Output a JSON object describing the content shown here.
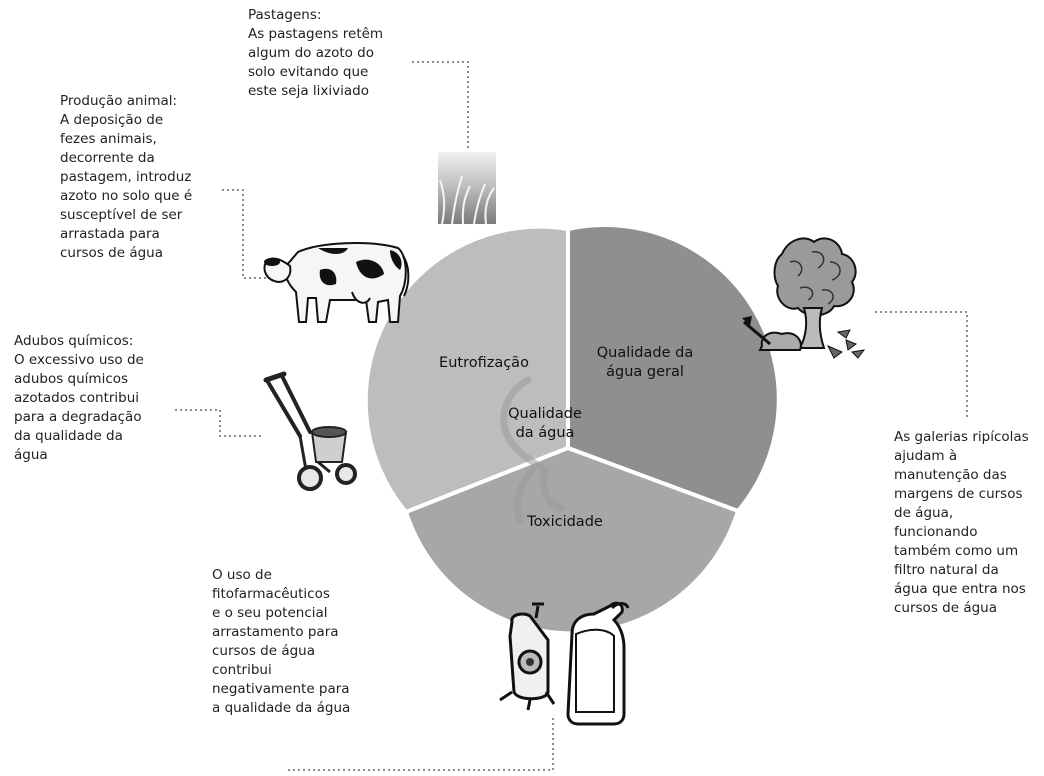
{
  "center": {
    "line1": "Qualidade",
    "line2": "da água"
  },
  "segments": [
    {
      "id": "eutrofizacao",
      "label_lines": [
        "Eutrofização"
      ],
      "color": "#bdbdbd"
    },
    {
      "id": "qualidade-geral",
      "label_lines": [
        "Qualidade da",
        "água geral"
      ],
      "color": "#8f8f8f"
    },
    {
      "id": "toxicidade",
      "label_lines": [
        "Toxicidade"
      ],
      "color": "#a7a7a7"
    }
  ],
  "notes": {
    "pastagens": {
      "title": "Pastagens:",
      "text": "As pastagens retêm\nalgum do azoto do\nsolo evitando que\neste seja lixiviado"
    },
    "producao": {
      "title": "Produção animal:",
      "text": "A deposição de\nfezes animais,\ndecorrente da\npastagem, introduz\nazoto no solo que é\nsusceptível de ser\narrastada para\ncursos de água"
    },
    "adubos": {
      "title": "Adubos químicos:",
      "text": "O excessivo uso de\nadubos químicos\nazotados contribui\npara a degradação\nda qualidade da\nágua"
    },
    "fito": {
      "title": "",
      "text": "O uso de\nfitofarmacêuticos\ne o seu potencial\narrastamento para\ncursos de água\ncontribui\nnegativamente para\na qualidade da água"
    },
    "galerias": {
      "title": "",
      "text": "As galerias ripícolas\najudam à\nmanutenção das\nmargens de cursos\nde água,\nfuncionando\ntambém como um\nfiltro natural da\nágua que entra nos\ncursos de água"
    }
  },
  "icons": [
    "grass-icon",
    "cow-icon",
    "fertilizer-spreader-icon",
    "tree-stump-icon",
    "sprayer-icon",
    "canister-icon"
  ]
}
